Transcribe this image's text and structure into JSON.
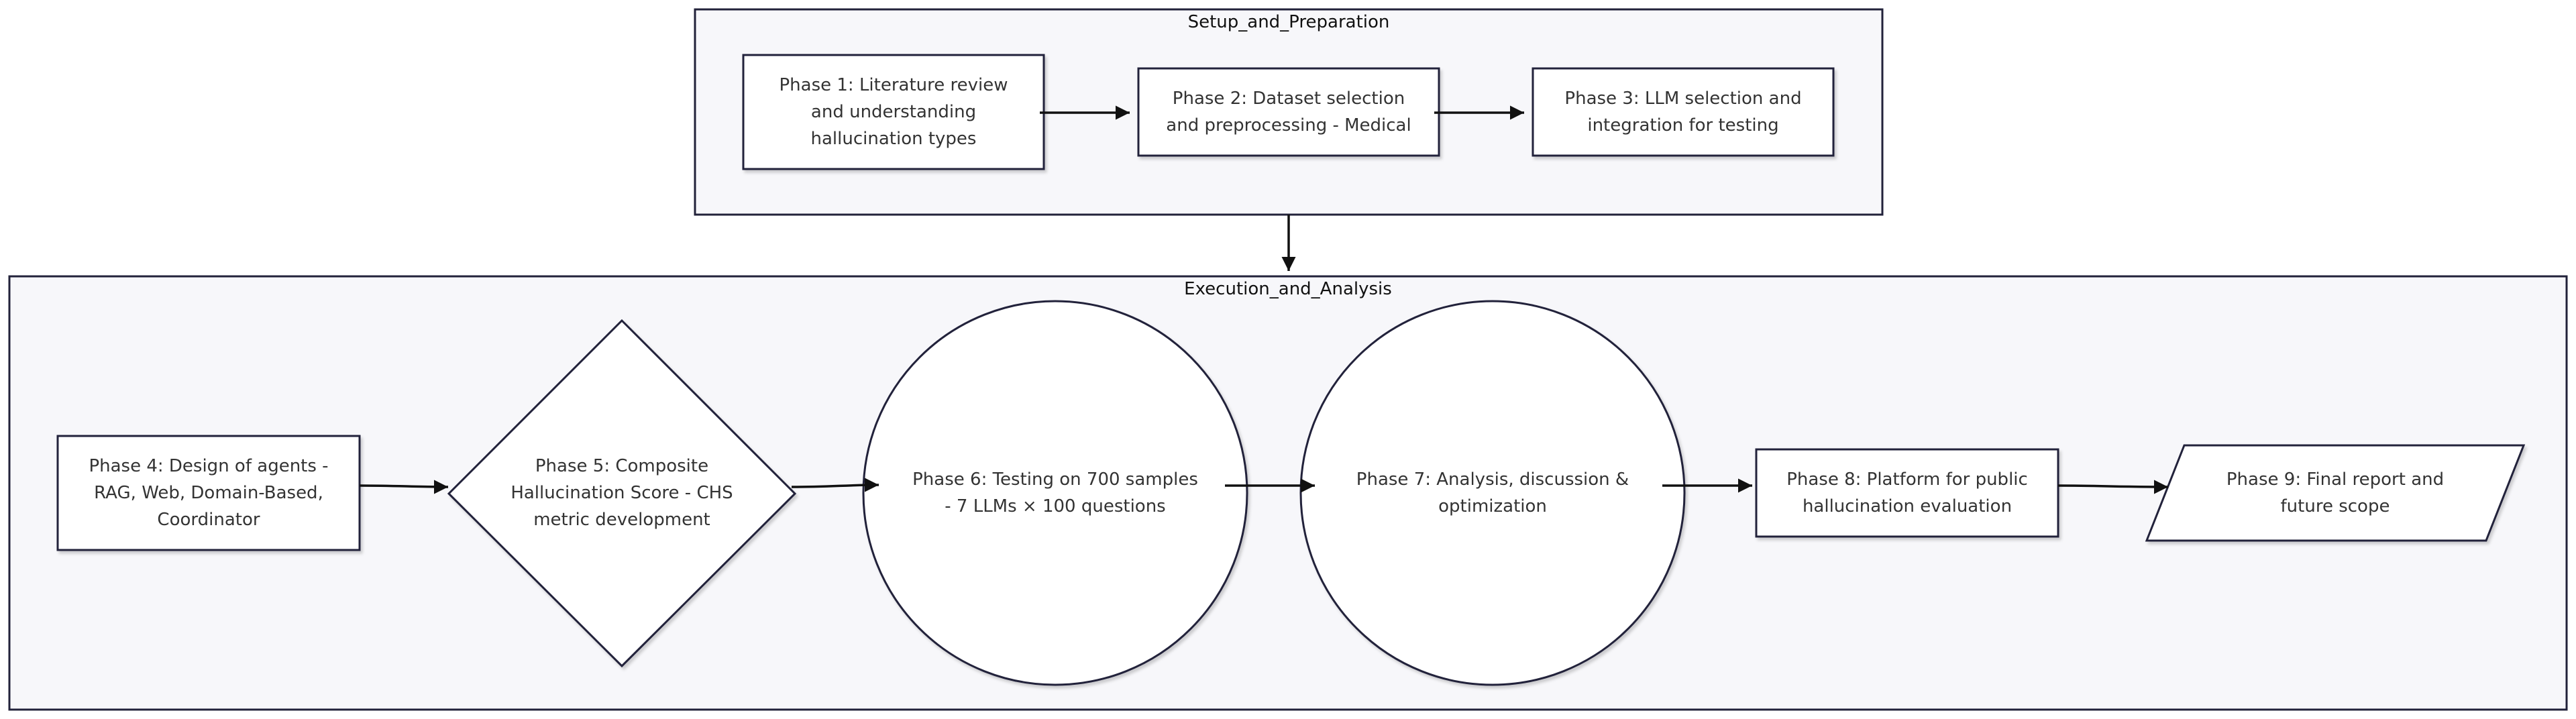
{
  "groups": {
    "setup": {
      "label": "Setup_and_Preparation"
    },
    "execution": {
      "label": "Execution_and_Analysis"
    }
  },
  "phases": {
    "p1": "Phase 1: Literature review\nand understanding\nhallucination types",
    "p2": "Phase 2: Dataset selection\nand preprocessing - Medical",
    "p3": "Phase 3: LLM selection and\nintegration for testing",
    "p4": "Phase 4: Design of agents -\nRAG, Web, Domain-Based,\nCoordinator",
    "p5": "Phase 5: Composite\nHallucination Score - CHS\nmetric development",
    "p6": "Phase 6: Testing on 700 samples\n- 7 LLMs × 100 questions",
    "p7": "Phase 7: Analysis, discussion &\noptimization",
    "p8": "Phase 8: Platform for public\nhallucination evaluation",
    "p9": "Phase 9: Final report and\nfuture scope"
  },
  "edges": [
    {
      "from": "p1",
      "to": "p2"
    },
    {
      "from": "p2",
      "to": "p3"
    },
    {
      "from": "setup",
      "to": "execution"
    },
    {
      "from": "p4",
      "to": "p5"
    },
    {
      "from": "p5",
      "to": "p6"
    },
    {
      "from": "p6",
      "to": "p7"
    },
    {
      "from": "p7",
      "to": "p8"
    },
    {
      "from": "p8",
      "to": "p9"
    }
  ],
  "colors": {
    "stroke": "#22223a",
    "group_fill": "#f7f7fa",
    "node_fill": "#ffffff",
    "text": "#333333"
  }
}
